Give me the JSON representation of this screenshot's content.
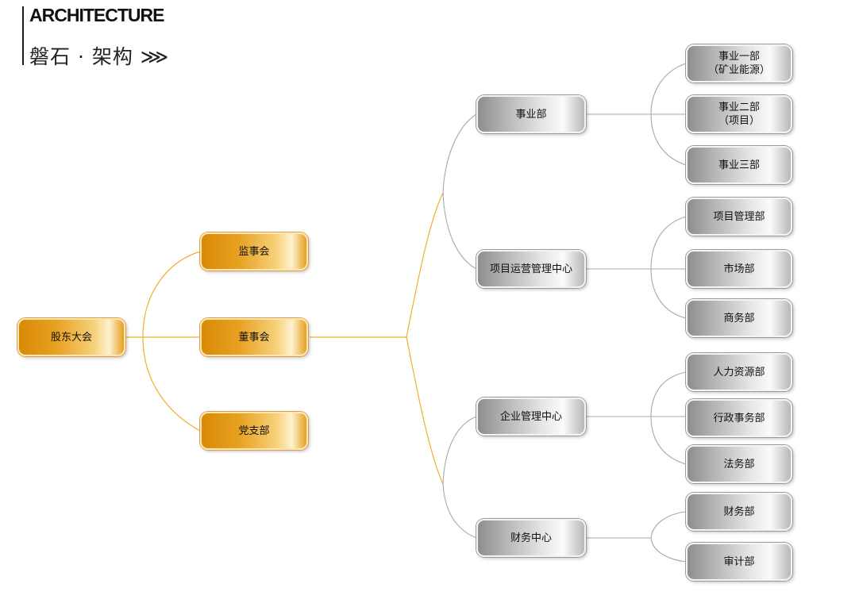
{
  "header": {
    "title_en": "ARCHITECTURE",
    "title_cn": "磐石 · 架构 ⋙"
  },
  "colors": {
    "gold": "#e8a020",
    "silver": "#b4b4b4",
    "gold_line": "#f0b030",
    "grey_line": "#a8a8a8"
  },
  "nodes": {
    "shareholders": "股东大会",
    "supervisors": "监事会",
    "board": "董事会",
    "party_branch": "党支部",
    "business_dept": "事业部",
    "project_ops_center": "项目运营管理中心",
    "enterprise_mgmt_center": "企业管理中心",
    "finance_center": "财务中心",
    "biz_div_1": {
      "line1": "事业一部",
      "line2": "（矿业能源）"
    },
    "biz_div_2": {
      "line1": "事业二部",
      "line2": "（项目）"
    },
    "biz_div_3": "事业三部",
    "project_mgmt_dept": "项目管理部",
    "marketing_dept": "市场部",
    "commerce_dept": "商务部",
    "hr_dept": "人力资源部",
    "admin_dept": "行政事务部",
    "legal_dept": "法务部",
    "finance_dept": "财务部",
    "audit_dept": "审计部"
  }
}
